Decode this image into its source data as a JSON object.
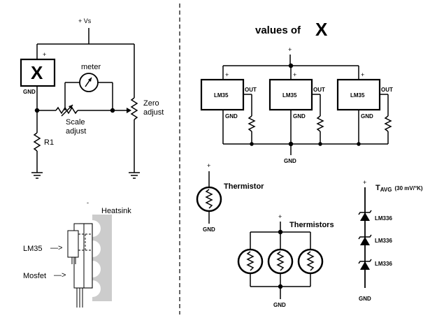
{
  "left_circuit": {
    "supply_label": "+ Vs",
    "box_symbol": "X",
    "box_plus": "+",
    "box_gnd": "GND",
    "meter_label": "meter",
    "scale_label": "Scale",
    "adjust_label": "adjust",
    "zero_label": "Zero",
    "zero_adjust_label": "adjust",
    "r1_label": "R1"
  },
  "mounting": {
    "heatsink_label": "Heatsink",
    "lm35_label": "LM35",
    "mosfet_label": "Mosfet",
    "minus_mark": "-",
    "arrow": "—>"
  },
  "right_panel": {
    "title_text": "values of",
    "title_symbol": "X",
    "top_plus": "+",
    "sensor_plus": "+",
    "lm35_label": "LM35",
    "out_label": "OUT",
    "gnd_label": "GND",
    "bottom_gnd": "GND",
    "thermistor_plus": "+",
    "thermistor_label": "Thermistor",
    "thermistor_gnd": "GND",
    "thermistors_plus": "+",
    "thermistors_label": "Thermistors",
    "thermistors_gnd": "GND",
    "zener_plus": "+",
    "tavg_t": "T",
    "tavg_sub": "AVG",
    "tavg_note": "(30 mV/°K)",
    "lm336_label": "LM336",
    "zener_gnd": "GND"
  }
}
